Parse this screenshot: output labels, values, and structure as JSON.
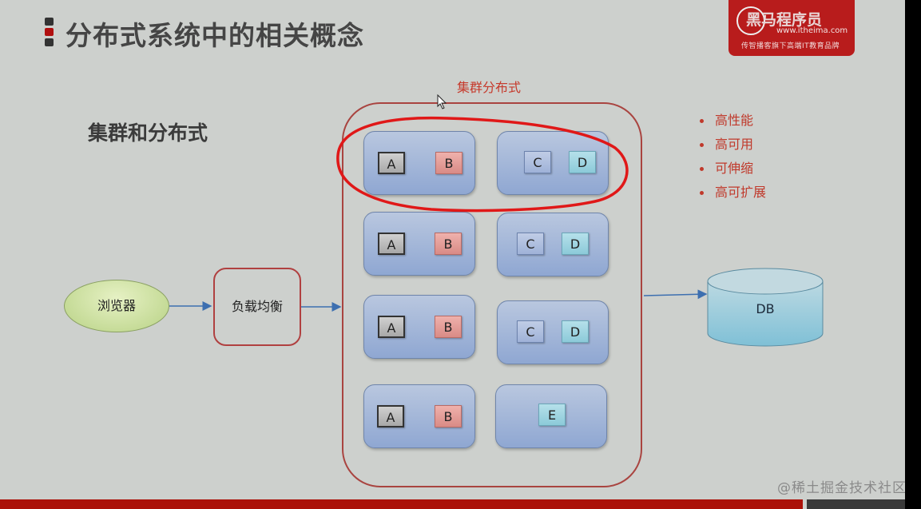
{
  "slide": {
    "title": "分布式系统中的相关概念",
    "subtitle": "集群和分布式",
    "logo": {
      "brand": "黑马程序员",
      "url": "www.itheima.com",
      "slogan": "传智播客旗下高端IT教育品牌"
    },
    "watermark": "@稀土掘金技术社区"
  },
  "diagram": {
    "browser_label": "浏览器",
    "load_balancer_label": "负载均衡",
    "cluster_label": "集群分布式",
    "db_label": "DB",
    "nodes": [
      {
        "services": [
          "A",
          "B"
        ]
      },
      {
        "services": [
          "C",
          "D"
        ]
      },
      {
        "services": [
          "A",
          "B"
        ]
      },
      {
        "services": [
          "C",
          "D"
        ]
      },
      {
        "services": [
          "A",
          "B"
        ]
      },
      {
        "services": [
          "C",
          "D"
        ]
      },
      {
        "services": [
          "A",
          "B"
        ]
      },
      {
        "services": [
          "E"
        ]
      }
    ],
    "highlighted_row": 1,
    "bullets": [
      "高性能",
      "高可用",
      "可伸缩",
      "高可扩展"
    ]
  },
  "colors": {
    "accent_red": "#b00f0f",
    "bullet_red": "#c0392b",
    "node_blue": "#9fb2d8",
    "slide_bg": "#cdd0cd"
  }
}
